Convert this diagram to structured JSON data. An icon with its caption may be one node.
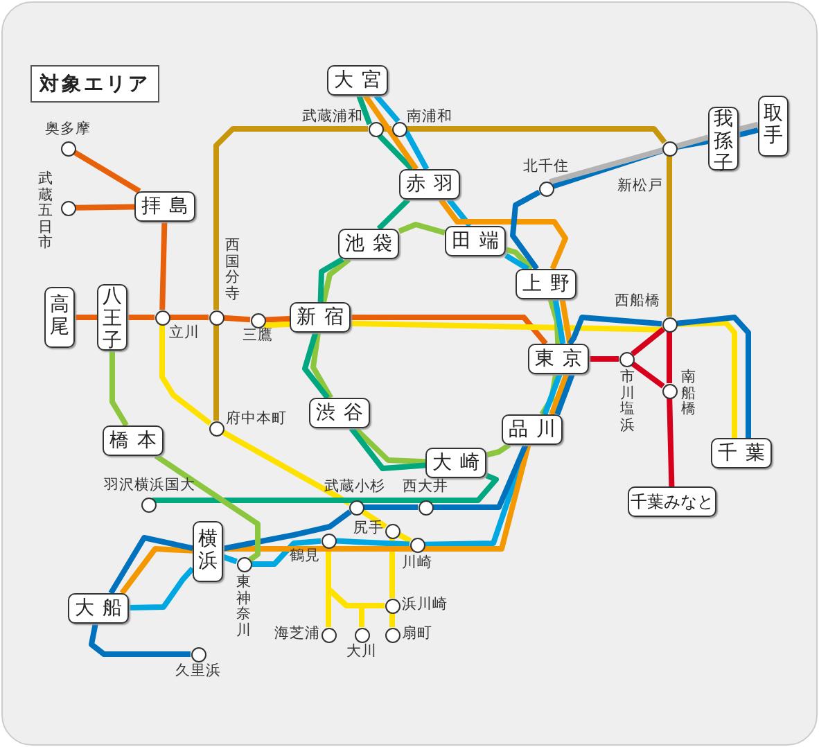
{
  "diagram": {
    "title": "対象エリア",
    "nodes": [
      {
        "text": [
          "大宮"
        ]
      },
      {
        "text": [],
        "shape": "circle",
        "beside": [
          "武蔵浦和"
        ]
      },
      {
        "text": [],
        "shape": "circle",
        "beside": [
          "南浦和"
        ]
      },
      {
        "text": [
          "我孫子"
        ]
      },
      {
        "text": [
          "取手"
        ]
      },
      {
        "text": [],
        "shape": "circle",
        "beside": [
          "奥多摩"
        ]
      },
      {
        "text": [
          "赤羽"
        ]
      },
      {
        "text": [],
        "shape": "circle",
        "beside": [
          "新松戸"
        ]
      },
      {
        "text": [],
        "shape": "circle",
        "beside": [
          "北千住"
        ]
      },
      {
        "text": [
          "拝島"
        ]
      },
      {
        "text": [],
        "shape": "circle",
        "beside": [
          "武蔵五日市"
        ]
      },
      {
        "text": [
          "池袋"
        ]
      },
      {
        "text": [
          "田端"
        ]
      },
      {
        "text": [
          "上野"
        ]
      },
      {
        "text": [
          "高尾"
        ]
      },
      {
        "text": [
          "八王子"
        ]
      },
      {
        "text": [],
        "shape": "circle",
        "beside": [
          "立川"
        ]
      },
      {
        "text": [],
        "shape": "circle",
        "beside": [
          "西国分寺"
        ]
      },
      {
        "text": [],
        "shape": "circle",
        "beside": [
          "三鷹"
        ]
      },
      {
        "text": [
          "新宿"
        ]
      },
      {
        "text": [],
        "shape": "circle",
        "beside": [
          "西船橋"
        ]
      },
      {
        "text": [
          "東京"
        ]
      },
      {
        "text": [],
        "shape": "circle",
        "beside": [
          "市川塩浜"
        ]
      },
      {
        "text": [],
        "shape": "circle",
        "beside": [
          "南船橋"
        ]
      },
      {
        "text": [
          "渋谷"
        ]
      },
      {
        "text": [],
        "shape": "circle",
        "beside": [
          "府中本町"
        ]
      },
      {
        "text": [
          "品川"
        ]
      },
      {
        "text": [
          "千葉"
        ]
      },
      {
        "text": [
          "橋本"
        ]
      },
      {
        "text": [
          "大崎"
        ]
      },
      {
        "text": [
          "千葉みなと"
        ]
      },
      {
        "text": [],
        "shape": "circle",
        "beside": [
          "羽沢横浜国大"
        ]
      },
      {
        "text": [],
        "shape": "circle",
        "beside": [
          "武蔵小杉"
        ]
      },
      {
        "text": [],
        "shape": "circle",
        "beside": [
          "西大井"
        ]
      },
      {
        "text": [],
        "shape": "circle",
        "beside": [
          "尻手"
        ]
      },
      {
        "text": [],
        "shape": "circle",
        "beside": [
          "鶴見"
        ]
      },
      {
        "text": [],
        "shape": "circle",
        "beside": [
          "川崎"
        ]
      },
      {
        "text": [
          "横浜"
        ]
      },
      {
        "text": [],
        "shape": "circle",
        "beside": [
          "東神奈川"
        ]
      },
      {
        "text": [
          "大船"
        ]
      },
      {
        "text": [],
        "shape": "circle",
        "beside": [
          "浜川崎"
        ]
      },
      {
        "text": [],
        "shape": "circle",
        "beside": [
          "海芝浦"
        ]
      },
      {
        "text": [],
        "shape": "circle",
        "beside": [
          "大川"
        ]
      },
      {
        "text": [],
        "shape": "circle",
        "beside": [
          "扇町"
        ]
      },
      {
        "text": [],
        "shape": "circle",
        "beside": [
          "久里浜"
        ]
      }
    ],
    "edges": [
      {
        "from": 5,
        "to": 9,
        "arrow": "none",
        "color": "#e8600a"
      },
      {
        "from": 10,
        "to": 9,
        "arrow": "none",
        "color": "#e8600a"
      },
      {
        "from": 9,
        "to": 16,
        "arrow": "none",
        "color": "#e8600a"
      },
      {
        "from": 14,
        "to": 15,
        "arrow": "none",
        "color": "#e8600a"
      },
      {
        "from": 15,
        "to": 16,
        "arrow": "none",
        "color": "#e8600a"
      },
      {
        "from": 16,
        "to": 17,
        "arrow": "none",
        "color": "#e8600a"
      },
      {
        "from": 17,
        "to": 18,
        "arrow": "none",
        "color": "#e8600a"
      },
      {
        "from": 18,
        "to": 19,
        "arrow": "none",
        "color": "#e8600a"
      },
      {
        "from": 19,
        "to": 21,
        "arrow": "none",
        "color": "#e8600a"
      },
      {
        "from": 18,
        "to": 19,
        "arrow": "none",
        "color": "#ffe100"
      },
      {
        "from": 19,
        "to": 20,
        "arrow": "none",
        "color": "#ffe100"
      },
      {
        "from": 20,
        "to": 27,
        "arrow": "none",
        "color": "#ffe100"
      },
      {
        "from": 16,
        "to": 25,
        "arrow": "none",
        "color": "#ffe100"
      },
      {
        "from": 25,
        "to": 32,
        "arrow": "none",
        "color": "#ffe100"
      },
      {
        "from": 32,
        "to": 34,
        "arrow": "none",
        "color": "#ffe100"
      },
      {
        "from": 34,
        "to": 36,
        "arrow": "none",
        "color": "#ffe100"
      },
      {
        "from": 35,
        "to": 41,
        "arrow": "none",
        "color": "#ffe100"
      },
      {
        "from": 35,
        "to": 40,
        "arrow": "none",
        "color": "#ffe100"
      },
      {
        "from": 35,
        "to": 42,
        "arrow": "none",
        "color": "#ffe100"
      },
      {
        "from": 34,
        "to": 40,
        "arrow": "none",
        "color": "#ffe100"
      },
      {
        "from": 40,
        "to": 43,
        "arrow": "none",
        "color": "#ffe100"
      },
      {
        "from": 25,
        "to": 17,
        "arrow": "none",
        "color": "#c8960c"
      },
      {
        "from": 17,
        "to": 1,
        "arrow": "none",
        "color": "#c8960c"
      },
      {
        "from": 1,
        "to": 2,
        "arrow": "none",
        "color": "#c8960c"
      },
      {
        "from": 2,
        "to": 7,
        "arrow": "none",
        "color": "#c8960c"
      },
      {
        "from": 7,
        "to": 20,
        "arrow": "none",
        "color": "#c8960c"
      },
      {
        "from": 11,
        "to": 12,
        "arrow": "none",
        "color": "#8cc63f"
      },
      {
        "from": 12,
        "to": 13,
        "arrow": "none",
        "color": "#8cc63f"
      },
      {
        "from": 13,
        "to": 21,
        "arrow": "none",
        "color": "#8cc63f"
      },
      {
        "from": 21,
        "to": 26,
        "arrow": "none",
        "color": "#8cc63f"
      },
      {
        "from": 26,
        "to": 29,
        "arrow": "none",
        "color": "#8cc63f"
      },
      {
        "from": 29,
        "to": 24,
        "arrow": "none",
        "color": "#8cc63f"
      },
      {
        "from": 24,
        "to": 19,
        "arrow": "none",
        "color": "#8cc63f"
      },
      {
        "from": 19,
        "to": 11,
        "arrow": "none",
        "color": "#8cc63f"
      },
      {
        "from": 0,
        "to": 1,
        "arrow": "none",
        "color": "#00a77f"
      },
      {
        "from": 1,
        "to": 6,
        "arrow": "none",
        "color": "#00a77f"
      },
      {
        "from": 6,
        "to": 11,
        "arrow": "none",
        "color": "#00a77f"
      },
      {
        "from": 11,
        "to": 19,
        "arrow": "none",
        "color": "#00a77f"
      },
      {
        "from": 19,
        "to": 24,
        "arrow": "none",
        "color": "#00a77f"
      },
      {
        "from": 24,
        "to": 29,
        "arrow": "none",
        "color": "#00a77f"
      },
      {
        "from": 29,
        "to": 31,
        "arrow": "none",
        "color": "#00a77f"
      },
      {
        "from": 0,
        "to": 2,
        "arrow": "none",
        "color": "#00a7e1"
      },
      {
        "from": 2,
        "to": 6,
        "arrow": "none",
        "color": "#00a7e1"
      },
      {
        "from": 6,
        "to": 12,
        "arrow": "none",
        "color": "#00a7e1"
      },
      {
        "from": 12,
        "to": 13,
        "arrow": "none",
        "color": "#00a7e1"
      },
      {
        "from": 13,
        "to": 21,
        "arrow": "none",
        "color": "#00a7e1"
      },
      {
        "from": 21,
        "to": 26,
        "arrow": "none",
        "color": "#00a7e1"
      },
      {
        "from": 26,
        "to": 36,
        "arrow": "none",
        "color": "#00a7e1"
      },
      {
        "from": 36,
        "to": 35,
        "arrow": "none",
        "color": "#00a7e1"
      },
      {
        "from": 35,
        "to": 38,
        "arrow": "none",
        "color": "#00a7e1"
      },
      {
        "from": 38,
        "to": 37,
        "arrow": "none",
        "color": "#00a7e1"
      },
      {
        "from": 37,
        "to": 39,
        "arrow": "none",
        "color": "#00a7e1"
      },
      {
        "from": 0,
        "to": 6,
        "arrow": "none",
        "color": "#f39800"
      },
      {
        "from": 6,
        "to": 13,
        "arrow": "none",
        "color": "#f39800"
      },
      {
        "from": 13,
        "to": 21,
        "arrow": "none",
        "color": "#f39800"
      },
      {
        "from": 21,
        "to": 26,
        "arrow": "none",
        "color": "#f39800"
      },
      {
        "from": 26,
        "to": 37,
        "arrow": "none",
        "color": "#f39800"
      },
      {
        "from": 37,
        "to": 39,
        "arrow": "none",
        "color": "#f39800"
      },
      {
        "from": 4,
        "to": 3,
        "arrow": "none",
        "color": "#0071bc"
      },
      {
        "from": 3,
        "to": 7,
        "arrow": "none",
        "color": "#0071bc"
      },
      {
        "from": 7,
        "to": 8,
        "arrow": "none",
        "color": "#0071bc"
      },
      {
        "from": 8,
        "to": 13,
        "arrow": "none",
        "color": "#0071bc"
      },
      {
        "from": 27,
        "to": 20,
        "arrow": "none",
        "color": "#0071bc"
      },
      {
        "from": 20,
        "to": 21,
        "arrow": "none",
        "color": "#0071bc"
      },
      {
        "from": 21,
        "to": 26,
        "arrow": "none",
        "color": "#0071bc"
      },
      {
        "from": 26,
        "to": 33,
        "arrow": "none",
        "color": "#0071bc"
      },
      {
        "from": 33,
        "to": 32,
        "arrow": "none",
        "color": "#0071bc"
      },
      {
        "from": 32,
        "to": 37,
        "arrow": "none",
        "color": "#0071bc"
      },
      {
        "from": 37,
        "to": 39,
        "arrow": "none",
        "color": "#0071bc"
      },
      {
        "from": 39,
        "to": 44,
        "arrow": "none",
        "color": "#0071bc"
      },
      {
        "from": 4,
        "to": 3,
        "arrow": "none",
        "color": "#b3b3b3"
      },
      {
        "from": 3,
        "to": 8,
        "arrow": "none",
        "color": "#b3b3b3"
      },
      {
        "from": 21,
        "to": 22,
        "arrow": "none",
        "color": "#d7001c"
      },
      {
        "from": 22,
        "to": 20,
        "arrow": "none",
        "color": "#d7001c"
      },
      {
        "from": 22,
        "to": 23,
        "arrow": "none",
        "color": "#d7001c"
      },
      {
        "from": 20,
        "to": 23,
        "arrow": "none",
        "color": "#d7001c"
      },
      {
        "from": 23,
        "to": 30,
        "arrow": "none",
        "color": "#d7001c"
      },
      {
        "from": 15,
        "to": 28,
        "arrow": "none",
        "color": "#8cc63f"
      },
      {
        "from": 28,
        "to": 38,
        "arrow": "none",
        "color": "#8cc63f"
      }
    ]
  }
}
